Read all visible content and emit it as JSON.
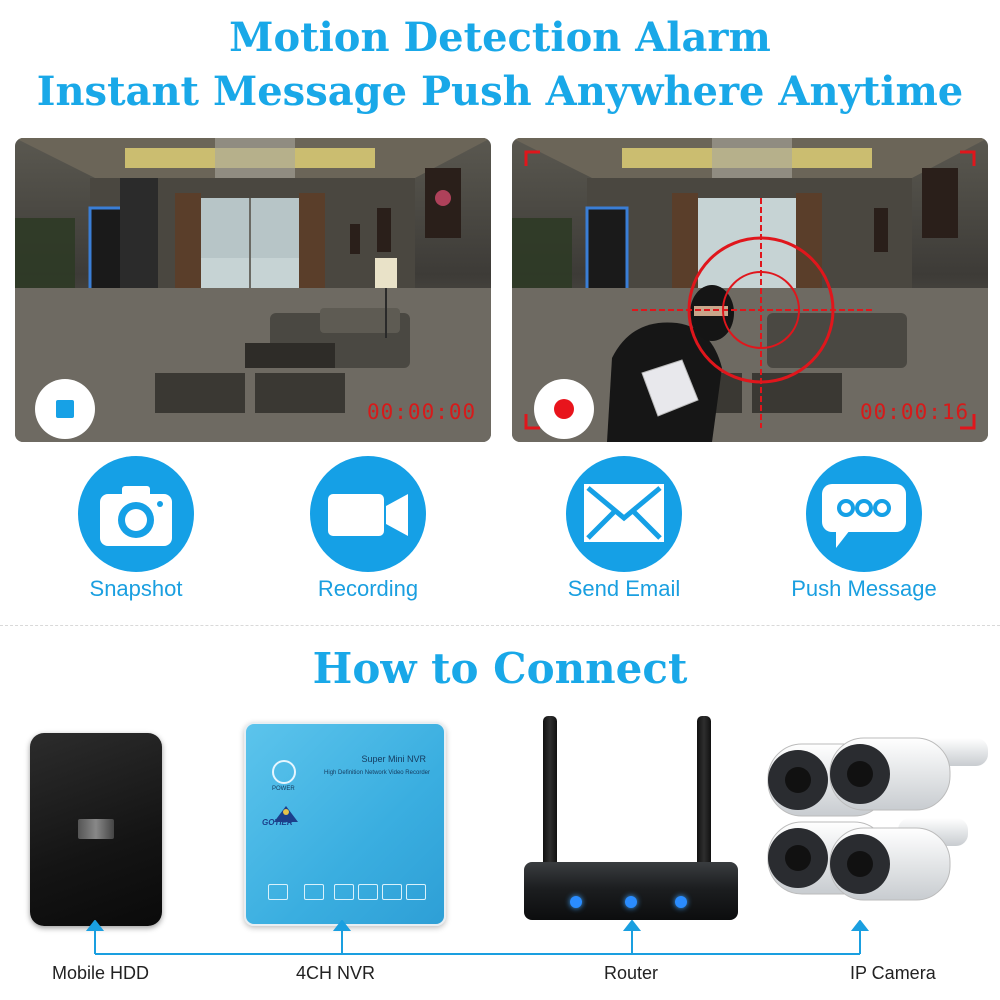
{
  "header": {
    "line1": "Motion Detection Alarm",
    "line2": "Instant Message Push Anywhere Anytime"
  },
  "panels": {
    "left_timer": "00:00:00",
    "right_timer": "00:00:16"
  },
  "features": [
    {
      "label": "Snapshot",
      "icon": "camera-icon"
    },
    {
      "label": "Recording",
      "icon": "video-camera-icon"
    },
    {
      "label": "Send Email",
      "icon": "envelope-icon"
    },
    {
      "label": "Push Message",
      "icon": "chat-bubble-icon"
    }
  ],
  "connect": {
    "title": "How to Connect",
    "nvr_title": "Super Mini NVR",
    "nvr_subtitle": "High Definition Network Video Recorder",
    "nvr_power": "POWER",
    "nvr_brand": "GOTIER",
    "devices": [
      {
        "label": "Mobile HDD"
      },
      {
        "label": "4CH NVR"
      },
      {
        "label": "Router"
      },
      {
        "label": "IP Camera"
      }
    ]
  },
  "colors": {
    "accent": "#19a8e8",
    "alert": "#e8141c"
  }
}
